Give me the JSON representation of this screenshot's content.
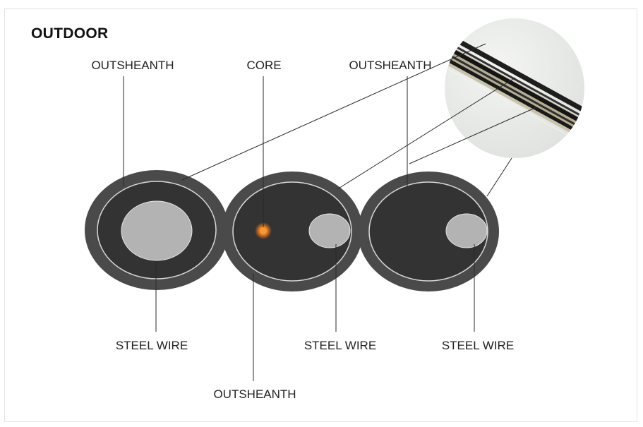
{
  "title": "OUTDOOR",
  "labels": {
    "outsheath_left": "OUTSHEANTH",
    "core": "CORE",
    "outsheath_right": "OUTSHEANTH",
    "steel_wire_left": "STEEL WIRE",
    "steel_wire_middle": "STEEL WIRE",
    "steel_wire_right": "STEEL WIRE",
    "outsheath_bottom": "OUTSHEANTH"
  },
  "colors": {
    "outer_sheath": "#4a4a4a",
    "inner_body": "#333333",
    "ring": "#d8d8d8",
    "steel_wire": "#b3b3b3",
    "core": "#f07c1c",
    "leader_line": "#2a2a2a"
  }
}
